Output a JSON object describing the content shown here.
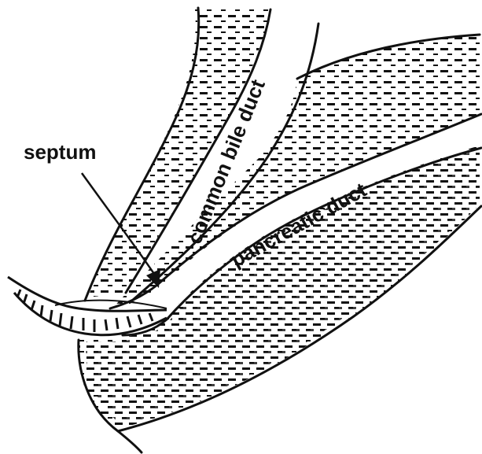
{
  "labels": {
    "septum": "septum",
    "common_bile_duct": "common bile duct",
    "pancreatic_duct": "pancreatic duct"
  },
  "colors": {
    "ink": "#111111",
    "background": "#ffffff"
  }
}
